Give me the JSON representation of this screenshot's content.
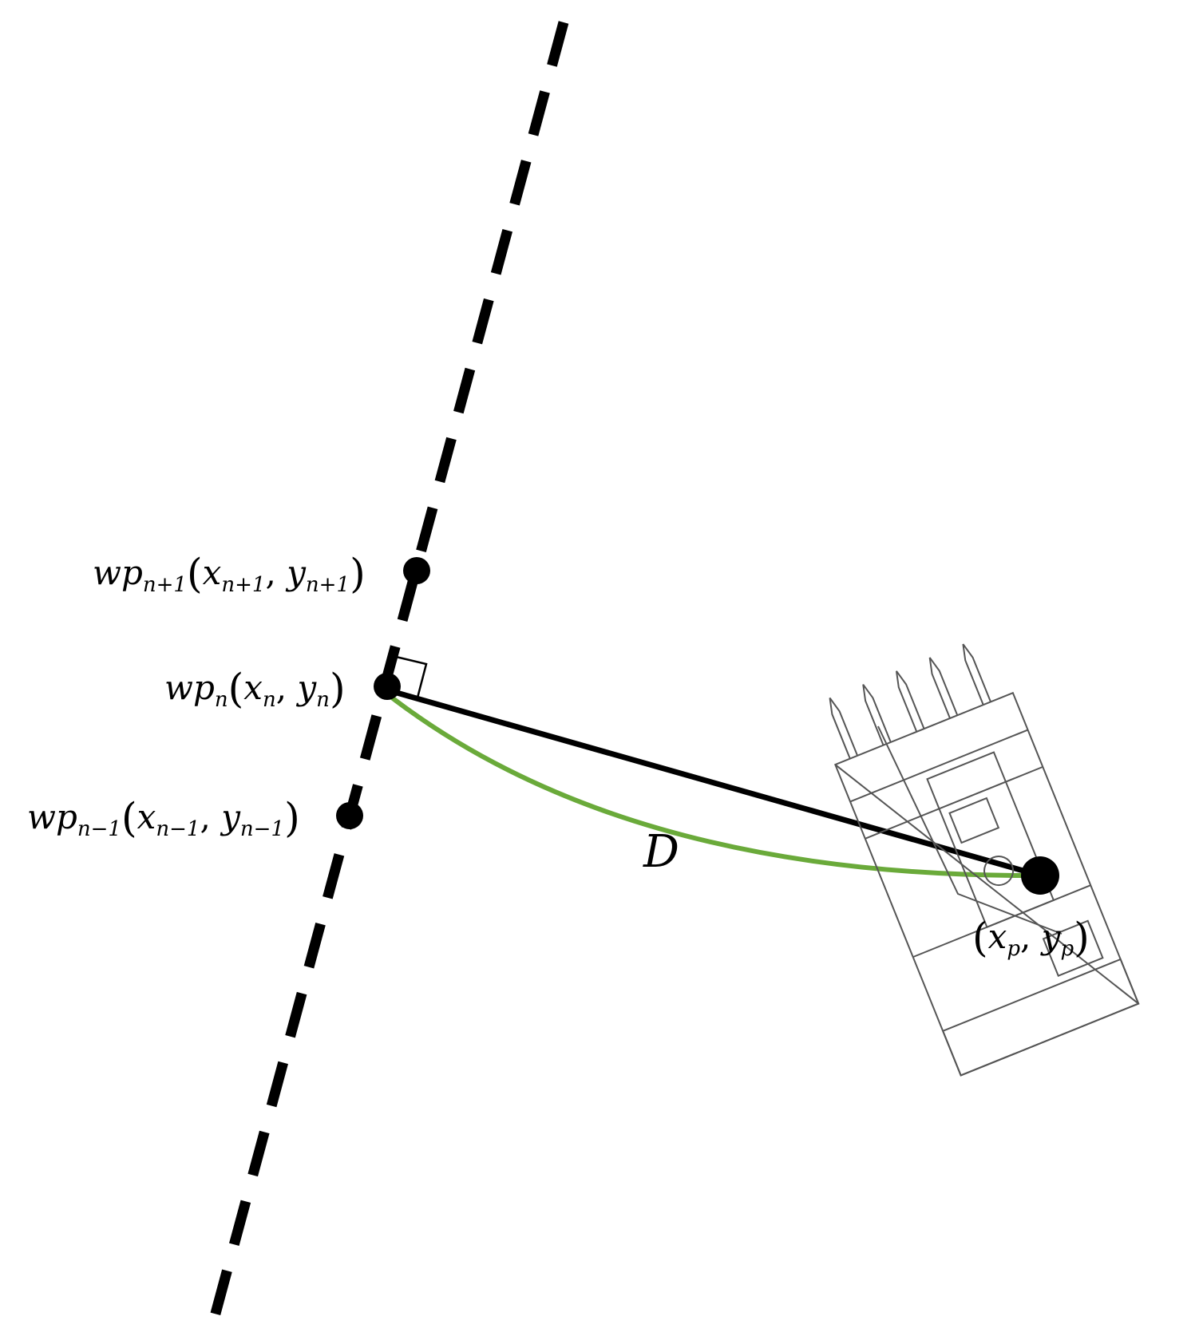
{
  "waypoints": {
    "next": {
      "base": "wp",
      "sub": "n+1",
      "x": "x",
      "x_sub": "n+1",
      "y": "y",
      "y_sub": "n+1"
    },
    "current": {
      "base": "wp",
      "sub": "n",
      "x": "x",
      "x_sub": "n",
      "y": "y",
      "y_sub": "n"
    },
    "prev": {
      "base": "wp",
      "sub": "n−1",
      "x": "x",
      "x_sub": "n−1",
      "y": "y",
      "y_sub": "n−1"
    }
  },
  "vehicle": {
    "x": "x",
    "x_sub": "p",
    "y": "y",
    "y_sub": "p"
  },
  "distance_label": "D",
  "colors": {
    "line": "#000000",
    "curve": "#6aaa3a",
    "vehicle_outline": "#555555"
  }
}
